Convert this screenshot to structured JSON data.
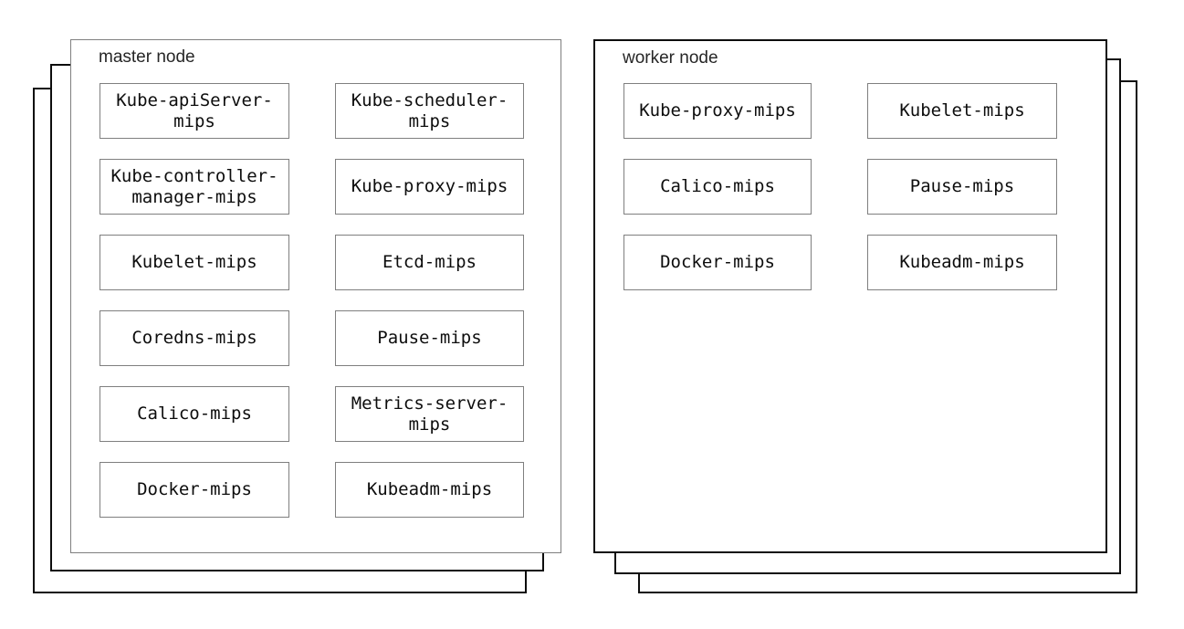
{
  "diagram": {
    "nodes": [
      {
        "id": "master",
        "title": "master node",
        "boxes": [
          "Kube-apiServer-mips",
          "Kube-scheduler-mips",
          "Kube-controller-manager-mips",
          "Kube-proxy-mips",
          "Kubelet-mips",
          "Etcd-mips",
          "Coredns-mips",
          "Pause-mips",
          "Calico-mips",
          "Metrics-server-mips",
          "Docker-mips",
          "Kubeadm-mips"
        ]
      },
      {
        "id": "worker",
        "title": "worker node",
        "boxes": [
          "Kube-proxy-mips",
          "Kubelet-mips",
          "Calico-mips",
          "Pause-mips",
          "Docker-mips",
          "Kubeadm-mips"
        ]
      }
    ],
    "colors": {
      "background": "#ffffff",
      "master_card_border": "#7f7f7f",
      "worker_card_border": "#0d0d0d",
      "back_card_border": "#0d0d0d",
      "component_box_border": "#7f7f7f",
      "text": "#0d0d0d"
    },
    "stack_depth": 3
  }
}
